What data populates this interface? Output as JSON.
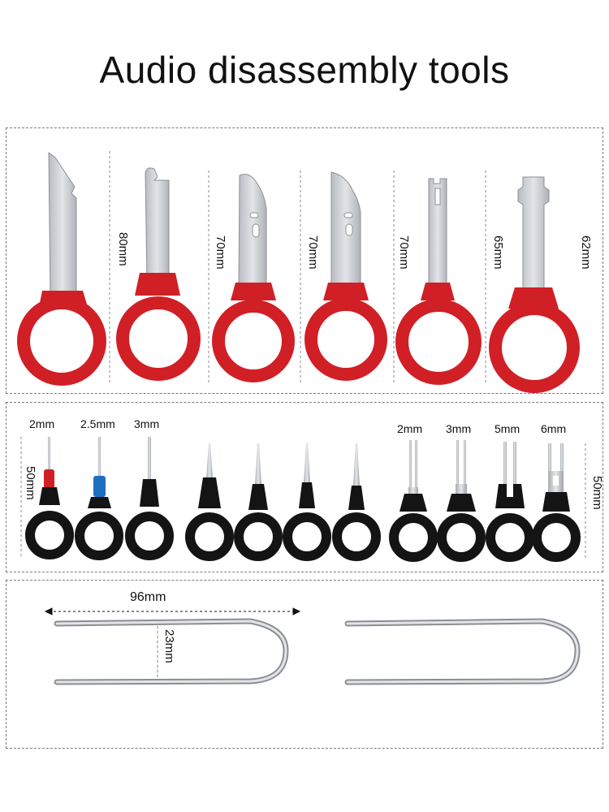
{
  "title": "Audio disassembly tools",
  "colors": {
    "red_handle": "#d11f26",
    "black_handle": "#141414",
    "steel": "#c9ccd0",
    "blue_sleeve": "#1f6fc0"
  },
  "panel_large": {
    "labels": [
      "80mm",
      "70mm",
      "70mm",
      "70mm",
      "65mm",
      "62mm"
    ]
  },
  "panel_pins": {
    "left_size_labels": [
      "2mm",
      "2.5mm",
      "3mm"
    ],
    "right_size_labels": [
      "2mm",
      "3mm",
      "5mm",
      "6mm"
    ],
    "left_length": "50mm",
    "right_length": "50mm"
  },
  "panel_ushape": {
    "length_label": "96mm",
    "width_label": "23mm"
  }
}
